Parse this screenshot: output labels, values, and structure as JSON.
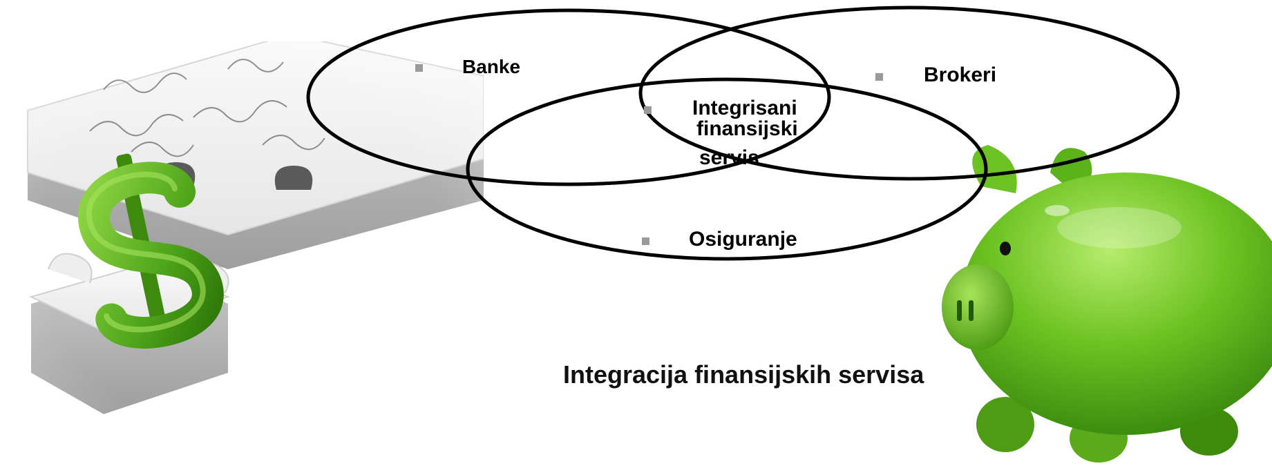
{
  "diagram": {
    "sets": [
      {
        "id": "banke",
        "label": "Banke"
      },
      {
        "id": "brokeri",
        "label": "Brokeri"
      },
      {
        "id": "osiguranje",
        "label": "Osiguranje"
      }
    ],
    "intersection": {
      "line1": "Integrisani",
      "line2": "finansijski",
      "line3": "servis"
    },
    "caption": "Integracija finansijskih servisa"
  },
  "images": {
    "left": "puzzle-dollar-illustration",
    "right": "green-piggy-bank-illustration"
  },
  "colors": {
    "green": "#5fb71f",
    "green_dark": "#3d8a0e",
    "puzzle": "#efefef",
    "bullet": "#9a9a9a",
    "outline": "#000000"
  }
}
